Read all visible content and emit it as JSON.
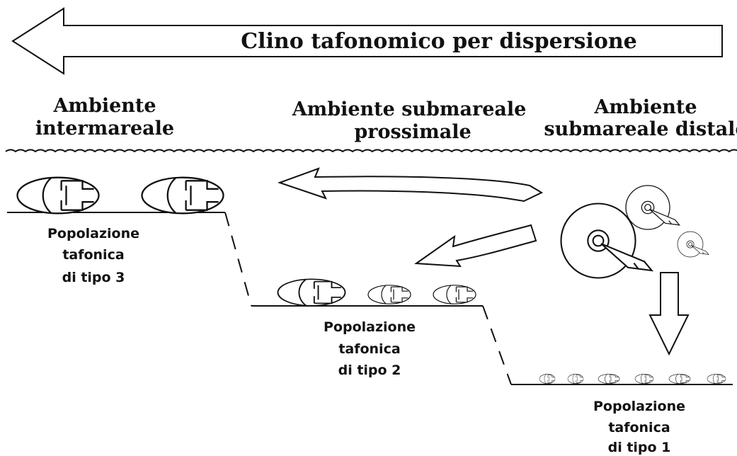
{
  "title": "Clino tafonomico per dispersione",
  "environments": {
    "intertidal": [
      "Ambiente",
      "intermareale"
    ],
    "proximal_subtidal": [
      "Ambiente submareale",
      "prossimale"
    ],
    "distal_subtidal": [
      "Ambiente",
      "submareale distale"
    ]
  },
  "populations": {
    "type3": [
      "Popolazione",
      "tafonica",
      "di tipo 3"
    ],
    "type2": [
      "Popolazione",
      "tafonica",
      "di tipo 2"
    ],
    "type1": [
      "Popolazione",
      "tafonica",
      "di tipo 1"
    ]
  },
  "icons": {
    "dispersal_arrow": "left-arrow-icon",
    "current_arrow": "double-curved-arrow-icon",
    "transport_arrow": "curved-left-arrow-icon",
    "settling_arrow": "down-arrow-icon",
    "shell_lateral": "shell-lateral-icon",
    "shell_coiled": "ammonite-icon"
  }
}
